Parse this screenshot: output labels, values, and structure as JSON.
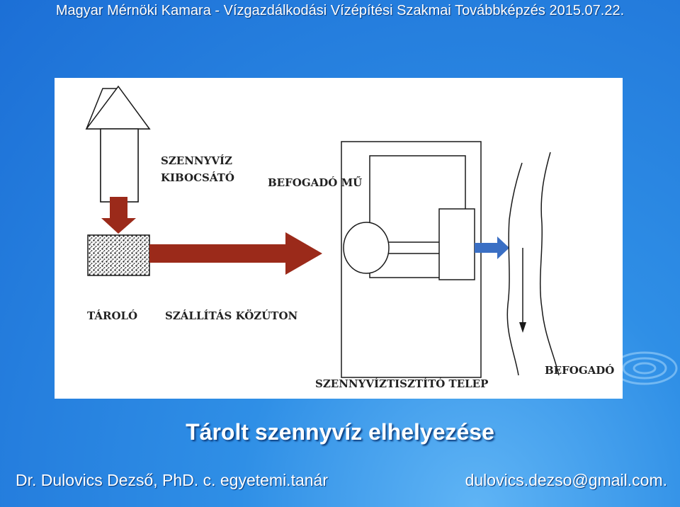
{
  "header": {
    "text": "Magyar Mérnöki Kamara - Vízgazdálkodási Vízépítési Szakmai Továbbképzés 2015.07.22."
  },
  "diagram": {
    "labels": {
      "emitter": [
        "SZENNYVÍZ",
        "KIBOCSÁTÓ"
      ],
      "receiving_structure": "BEFOGADÓ MŰ",
      "storage": "TÁROLÓ",
      "road_transport": "SZÁLLÍTÁS KÖZÚTON",
      "treatment_plant": "SZENNYVÍZTISZTÍTÓ TELEP",
      "receiving_water": "BEFOGADÓ"
    },
    "colors": {
      "transport_arrow": "#9b2a1a",
      "outflow_arrow": "#3a6fc4",
      "line": "#1a1a1a"
    }
  },
  "title": "Tárolt szennyvíz elhelyezése",
  "footer": {
    "author": "Dr. Dulovics Dezső, PhD. c. egyetemi.tanár",
    "email": "dulovics.dezso@gmail.com."
  }
}
